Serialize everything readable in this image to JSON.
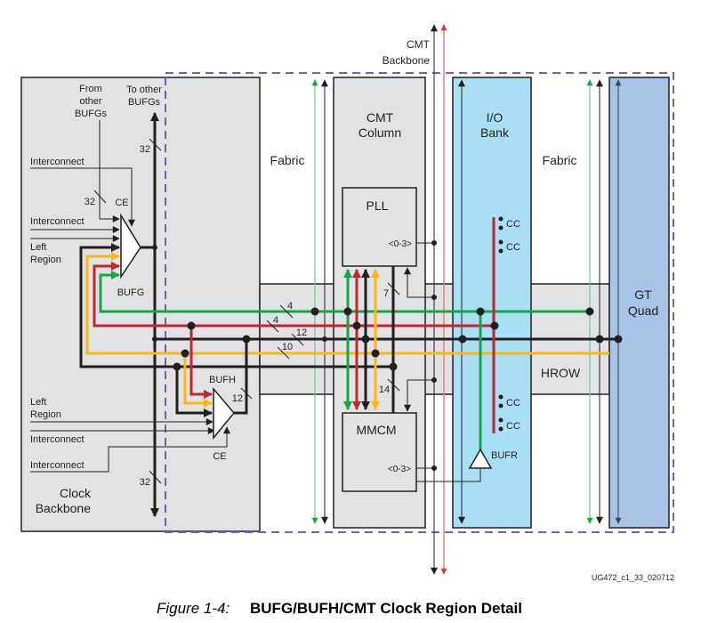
{
  "colors": {
    "green": "#12a64a",
    "red": "#c3262e",
    "yellow": "#fdb714",
    "black": "#231f20",
    "purple": "#7b5ea8",
    "gray": "#e1e2e4",
    "io_blue": "#a9dff3",
    "gt_blue": "#a8c3e6",
    "pink": "#e27b82",
    "light_green": "#6cc790"
  },
  "left_panel": {
    "title": [
      "Clock",
      "Backbone"
    ],
    "from_other_bufgs": [
      "From",
      "other",
      "BUFGs"
    ],
    "to_other_bufgs": [
      "To other",
      "BUFGs"
    ],
    "bufg": {
      "label": "BUFG",
      "ce": "CE",
      "interconnect_ce": "Interconnect",
      "interconnect": "Interconnect",
      "left_region": [
        "Left",
        "Region"
      ]
    },
    "bufh": {
      "label": "BUFH",
      "ce": "CE",
      "left_region": [
        "Left",
        "Region"
      ],
      "interconnect": "Interconnect",
      "interconnect_ce": "Interconnect"
    }
  },
  "bus_widths": {
    "backbone_top": "32",
    "from_bufgs": "32",
    "backbone_bottom": "32",
    "bufh_out": "12",
    "green": "4",
    "red": "4",
    "black": "12",
    "yellow": "10",
    "pll_in": "7",
    "mmcm_in": "14"
  },
  "fabric_left": "Fabric",
  "fabric_right": "Fabric",
  "cmt_backbone": [
    "CMT",
    "Backbone"
  ],
  "cmt_column": {
    "title": [
      "CMT",
      "Column"
    ],
    "pll": {
      "label": "PLL",
      "outputs": "<0-3>"
    },
    "mmcm": {
      "label": "MMCM",
      "outputs": "<0-3>"
    }
  },
  "io_bank": {
    "title": [
      "I/O",
      "Bank"
    ],
    "cc": [
      "CC",
      "CC",
      "CC",
      "CC"
    ],
    "bufr": "BUFR"
  },
  "hrow": "HROW",
  "gt_quad": [
    "GT",
    "Quad"
  ],
  "figure": {
    "id": "UG472_c1_33_020712",
    "number": "Figure 1-4:",
    "title": "BUFG/BUFH/CMT Clock Region Detail"
  }
}
